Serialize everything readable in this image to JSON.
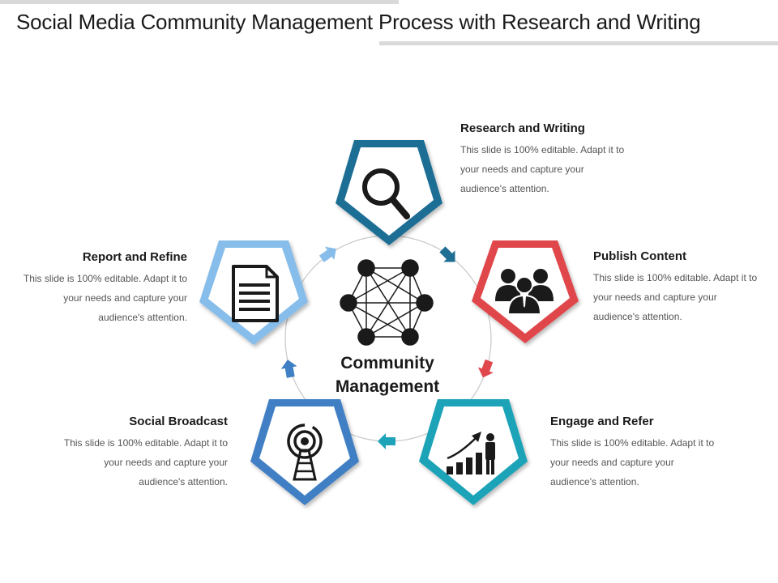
{
  "title": "Social Media Community Management Process with Research and Writing",
  "center": {
    "line1": "Community",
    "line2": "Management",
    "icon": "network-icon"
  },
  "steps": [
    {
      "heading": "Research and Writing",
      "body": "This slide is 100% editable. Adapt it to your needs and capture your audience's attention.",
      "color": "#1f6e94",
      "icon": "magnifier-icon"
    },
    {
      "heading": "Publish Content",
      "body": "This slide is 100% editable. Adapt it to your needs and capture your audience's attention.",
      "color": "#e0474c",
      "icon": "people-icon"
    },
    {
      "heading": "Engage and Refer",
      "body": "This slide is 100% editable. Adapt it to your needs and capture your audience's attention.",
      "color": "#1fa3b8",
      "icon": "growth-chart-icon"
    },
    {
      "heading": "Social Broadcast",
      "body": "This slide is 100% editable. Adapt it to your needs and capture your audience's attention.",
      "color": "#3f7fc4",
      "icon": "broadcast-tower-icon"
    },
    {
      "heading": "Report and Refine",
      "body": "This slide is 100% editable. Adapt it to your needs and capture your audience's attention.",
      "color": "#86bdea",
      "icon": "document-icon"
    }
  ],
  "arrow_colors": [
    "#1f6e94",
    "#e0474c",
    "#1fa3b8",
    "#3f7fc4",
    "#86bdea"
  ],
  "ring_color": "#c8c8c8"
}
